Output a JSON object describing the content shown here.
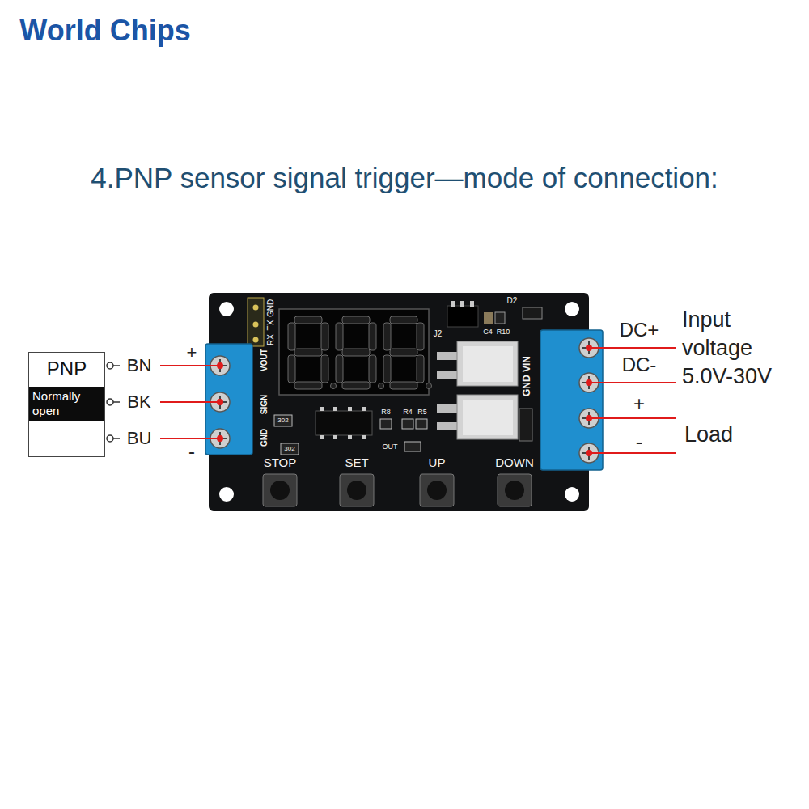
{
  "diagram": {
    "title": "4.PNP sensor signal trigger—mode of connection:",
    "nodes": [
      {
        "text": [
          "PNP",
          "Normally open"
        ]
      }
    ],
    "labels": [
      "World Chips",
      "BN",
      "BK",
      "BU",
      "+",
      "-",
      "GND",
      "TX",
      "RX",
      "J2",
      "D2",
      "C4",
      "R10",
      "VOUT",
      "SIGN",
      "GND",
      "302",
      "302",
      "R8",
      "R4",
      "R5",
      "OUT",
      "GND VIN",
      "STOP",
      "SET",
      "UP",
      "DOWN",
      "DC+",
      "DC-",
      "Input voltage 5.0V-30V",
      "+",
      "Load",
      "-"
    ]
  }
}
